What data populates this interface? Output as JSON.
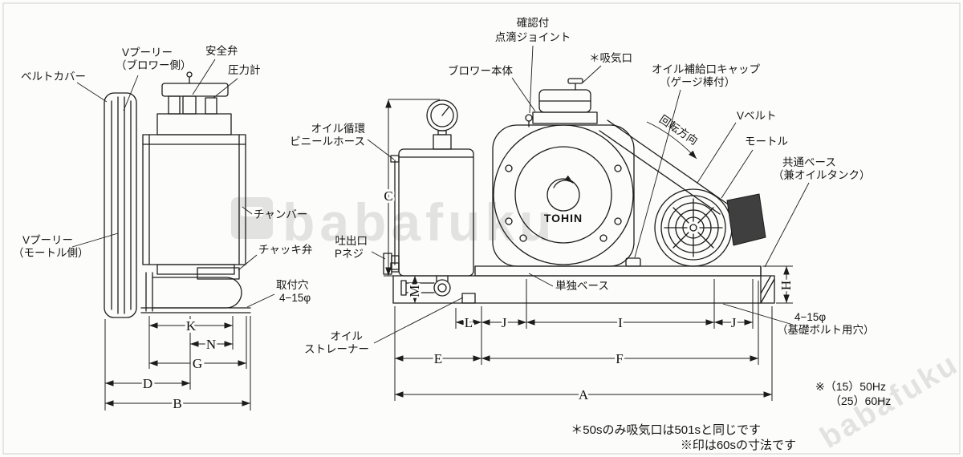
{
  "brand": "TOHIN",
  "watermark": {
    "text": "babafuku"
  },
  "left": {
    "belt_cover": "ベルトカバー",
    "v_pulley_blower_1": "Vプーリー",
    "v_pulley_blower_2": "（ブロワー側）",
    "safety_valve": "安全弁",
    "pressure_gauge": "圧力計",
    "chamber": "チャンバー",
    "check_valve": "チャッキ弁",
    "v_pulley_motor_1": "Vプーリー",
    "v_pulley_motor_2": "（モートル側）",
    "mount_hole_1": "取付穴",
    "mount_hole_2": "4−15φ"
  },
  "right": {
    "drip_joint_1": "確認付",
    "drip_joint_2": "点滴ジョイント",
    "blower_body": "ブロワー本体",
    "intake": "＊吸気口",
    "oil_cap_1": "オイル補給口キャップ",
    "oil_cap_2": "（ゲージ棒付）",
    "v_belt": "Vベルト",
    "motor": "モートル",
    "common_base_1": "共通ベース",
    "common_base_2": "（兼オイルタンク）",
    "rotation": "回転方向",
    "oil_hose_1": "オイル循環",
    "oil_hose_2": "ビニールホース",
    "discharge_1": "吐出口",
    "discharge_2": "Pネジ",
    "strainer_1": "オイル",
    "strainer_2": "ストレーナー",
    "single_base": "単独ベース",
    "bolt_hole_1": "4−15φ",
    "bolt_hole_2": "（基礎ボルト用穴）"
  },
  "dims": {
    "A": "A",
    "B": "B",
    "C": "C",
    "D": "D",
    "E": "E",
    "F": "F",
    "G": "G",
    "H": "H",
    "I": "I",
    "J": "J",
    "K": "K",
    "L": "L",
    "M": "M",
    "N": "N"
  },
  "notes": {
    "hz_1": "※（15）50Hz",
    "hz_2": "（25）60Hz",
    "footnote_1": "＊50sのみ吸気口は501sと同じです",
    "footnote_2": "※印は60sの寸法です"
  }
}
